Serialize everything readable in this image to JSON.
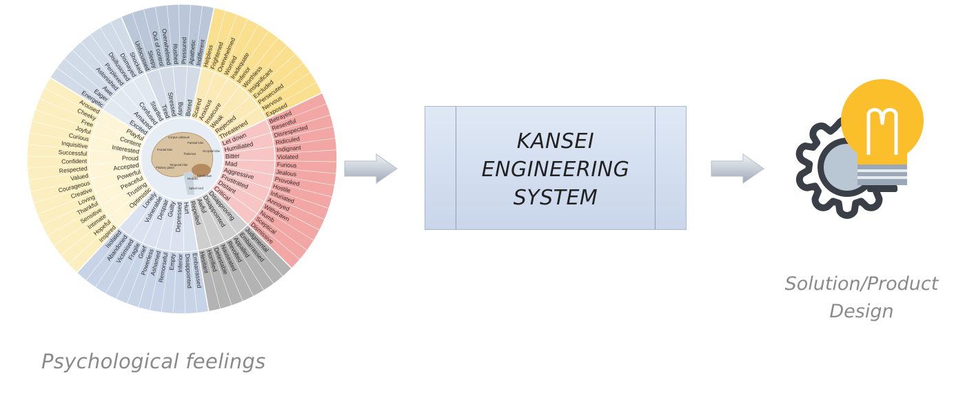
{
  "diagram": {
    "wheel": {
      "brain_labels": [
        "Corpus callosum",
        "Frontal lobe",
        "Parietal lobe",
        "Pituitary gland",
        "Thalamus",
        "Temporal lobe",
        "Cerebellum",
        "Medulla",
        "Spinal cord",
        "Occipital lobe"
      ],
      "sectors": [
        {
          "color": "#fadf8e",
          "inner": [
            "Scared",
            "Anxious",
            "Insecure",
            "Weak",
            "Rejected",
            "Threatened"
          ],
          "outer": [
            "Helpless",
            "Frightened",
            "Overwhelmed",
            "Worried",
            "Inadequate",
            "Inferior",
            "Worthless",
            "Insignificant",
            "Excluded",
            "Persecuted",
            "Nervous",
            "Exposed"
          ]
        },
        {
          "color": "#f3a7a4",
          "inner": [
            "Let down",
            "Humiliated",
            "Bitter",
            "Mad",
            "Aggressive",
            "Frustrated",
            "Distant",
            "Critical"
          ],
          "outer": [
            "Betrayed",
            "Resentful",
            "Disrespected",
            "Ridiculed",
            "Indignant",
            "Violated",
            "Furious",
            "Jealous",
            "Provoked",
            "Hostile",
            "Infuriated",
            "Annoyed",
            "Withdrawn",
            "Numb",
            "Sceptical",
            "Dismissive"
          ]
        },
        {
          "color": "#b3b3b3",
          "inner": [
            "Disapproving",
            "Disappointed",
            "Awful",
            "Repelled"
          ],
          "outer": [
            "Judgmental",
            "Embarrassed",
            "Appalled",
            "Revolted",
            "Nauseated",
            "Detestable",
            "Horrified",
            "Hesitant"
          ]
        },
        {
          "color": "#c7d3e6",
          "inner": [
            "Hurt",
            "Depressed",
            "Guilty",
            "Despair",
            "Vulnerable",
            "Lonely"
          ],
          "outer": [
            "Embarrassed",
            "Disappointed",
            "Inferior",
            "Empty",
            "Remorseful",
            "Ashamed",
            "Powerless",
            "Grief",
            "Fragile",
            "Victimised",
            "Abandoned",
            "Isolated"
          ]
        },
        {
          "color": "#fcefbf",
          "inner": [
            "Optimistic",
            "Trusting",
            "Peaceful",
            "Powerful",
            "Accepted",
            "Proud",
            "Interested",
            "Content",
            "Playful"
          ],
          "outer": [
            "Inspired",
            "Hopeful",
            "Intimate",
            "Sensitive",
            "Thankful",
            "Loving",
            "Creative",
            "Courageous",
            "Valued",
            "Respected",
            "Confident",
            "Successful",
            "Inquisitive",
            "Curious",
            "Joyful",
            "Free",
            "Cheeky",
            "Aroused"
          ]
        },
        {
          "color": "#d1dbe8",
          "inner": [
            "Excited",
            "Amazed",
            "Confused",
            "Startled"
          ],
          "outer": [
            "Energetic",
            "Eager",
            "Awe",
            "Astonished",
            "Perplexed",
            "Disillusioned",
            "Dismayed",
            "Shocked"
          ]
        },
        {
          "color": "#b9c7d8",
          "inner": [
            "Tired",
            "Stressed",
            "Busy",
            "Bored"
          ],
          "outer": [
            "Unfocussed",
            "Sleepy",
            "Out of control",
            "Overwhelmed",
            "Rushed",
            "Pressured",
            "Apathetic",
            "Indifferent"
          ]
        }
      ]
    },
    "caption_left": "Psychological feelings",
    "box_lines": [
      "KANSEI",
      "ENGINEERING",
      "SYSTEM"
    ],
    "caption_right_lines": [
      "Solution/Product",
      "Design"
    ],
    "colors": {
      "box_fill": "#d4deee",
      "arrow": "#cfd6df",
      "gear": "#3a3f47",
      "bulb": "#fbbf2c",
      "caption": "#8a8a8a"
    },
    "icons": [
      "right-arrow-icon",
      "right-arrow-icon",
      "gear-icon",
      "lightbulb-icon"
    ]
  }
}
